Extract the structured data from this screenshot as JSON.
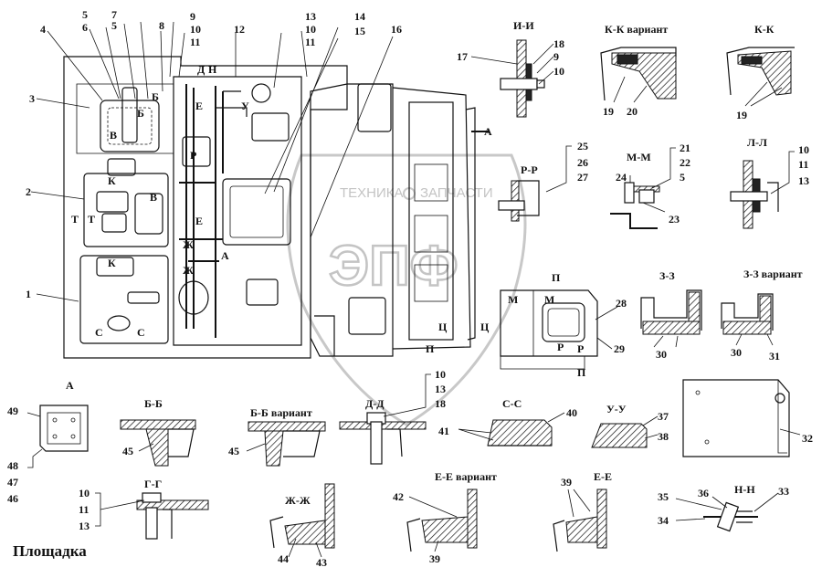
{
  "title": "Площадка",
  "watermark": {
    "line1": "ТЕХНИКА",
    "line2": "ЗАПЧАСТИ",
    "logo": "ЭПФ"
  },
  "main_view_callouts": [
    "1",
    "2",
    "3",
    "4",
    "5",
    "6",
    "7",
    "5",
    "8",
    "9",
    "10",
    "11",
    "12",
    "13",
    "10",
    "11",
    "14",
    "15",
    "16"
  ],
  "main_view_marks": [
    "Д",
    "Н",
    "У",
    "Е",
    "Е",
    "В",
    "Б",
    "К",
    "Т",
    "К",
    "Ж",
    "Ж",
    "Р",
    "А",
    "А",
    "Б",
    "В",
    "Т",
    "С",
    "С",
    "Ц",
    "Ц",
    "П",
    "П",
    "Р",
    "Р",
    "М",
    "М"
  ],
  "sections": [
    {
      "id": "ii",
      "label": "И-И",
      "callouts": [
        "17",
        "18",
        "9",
        "10"
      ]
    },
    {
      "id": "kk_var",
      "label": "К-К вариант",
      "callouts": [
        "19",
        "20"
      ]
    },
    {
      "id": "kk",
      "label": "К-К",
      "callouts": [
        "19"
      ]
    },
    {
      "id": "rr",
      "label": "Р-Р",
      "callouts": [
        "25",
        "26",
        "27"
      ]
    },
    {
      "id": "mm",
      "label": "М-М",
      "callouts": [
        "21",
        "22",
        "5",
        "24",
        "23"
      ]
    },
    {
      "id": "ll",
      "label": "Л-Л",
      "callouts": [
        "10",
        "11",
        "13"
      ]
    },
    {
      "id": "p",
      "label": "П",
      "callouts": [
        "28",
        "29"
      ]
    },
    {
      "id": "zz",
      "label": "З-З",
      "callouts": [
        "30"
      ]
    },
    {
      "id": "zz_var",
      "label": "З-З вариант",
      "callouts": [
        "30",
        "31"
      ]
    },
    {
      "id": "a",
      "label": "А",
      "callouts": [
        "49",
        "48",
        "47",
        "46"
      ]
    },
    {
      "id": "bb",
      "label": "Б-Б",
      "callouts": [
        "45"
      ]
    },
    {
      "id": "bb_var",
      "label": "Б-Б вариант",
      "callouts": [
        "45"
      ]
    },
    {
      "id": "dd",
      "label": "Д-Д",
      "callouts": [
        "10",
        "13",
        "18"
      ]
    },
    {
      "id": "ss",
      "label": "С-С",
      "callouts": [
        "40",
        "41"
      ]
    },
    {
      "id": "uu",
      "label": "У-У",
      "callouts": [
        "37",
        "38"
      ]
    },
    {
      "id": "v32",
      "label": "",
      "callouts": [
        "32"
      ]
    },
    {
      "id": "gg",
      "label": "Г-Г",
      "callouts": [
        "10",
        "11",
        "13"
      ]
    },
    {
      "id": "zhzh",
      "label": "Ж-Ж",
      "callouts": [
        "44",
        "43"
      ]
    },
    {
      "id": "ee_var",
      "label": "Е-Е вариант",
      "callouts": [
        "42",
        "39"
      ]
    },
    {
      "id": "ee",
      "label": "Е-Е",
      "callouts": [
        "39"
      ]
    },
    {
      "id": "nn",
      "label": "Н-Н",
      "callouts": [
        "35",
        "36",
        "33",
        "34"
      ]
    }
  ]
}
